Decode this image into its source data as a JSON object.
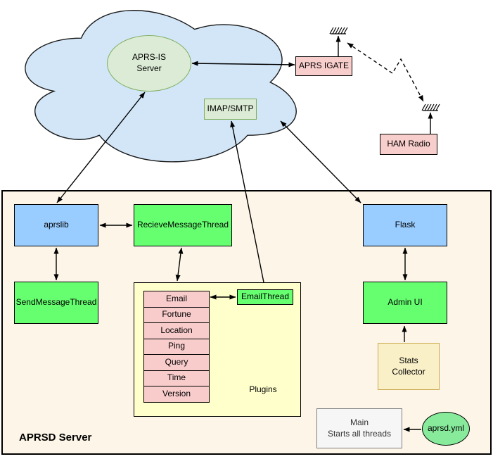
{
  "cloud_network": {
    "aprs_is_server": {
      "line1": "APRS-IS",
      "line2": "Server"
    },
    "imap_smtp": {
      "label": "IMAP/SMTP"
    }
  },
  "radio": {
    "aprs_igate": {
      "label": "APRS IGATE"
    },
    "ham_radio": {
      "label": "HAM Radio"
    }
  },
  "aprsd_server": {
    "label": "APRSD Server",
    "aprslib": {
      "label": "aprslib"
    },
    "recieve_message_thread": {
      "label": "RecieveMessageThread"
    },
    "send_message_thread": {
      "label": "SendMessageThread"
    },
    "flask": {
      "label": "Flask"
    },
    "admin_ui": {
      "label": "Admin UI"
    },
    "email_thread": {
      "label": "EmailThread"
    },
    "plugins": {
      "label": "Plugins",
      "items": [
        "Email",
        "Fortune",
        "Location",
        "Ping",
        "Query",
        "Time",
        "Version"
      ]
    },
    "stats_collector": {
      "line1": "Stats",
      "line2": "Collector"
    },
    "main": {
      "line1": "Main",
      "line2": "Starts all threads"
    },
    "aprsd_yml": {
      "label": "aprsd.yml"
    }
  },
  "icons": {
    "igate_antenna": "antenna-ground-icon",
    "ham_antenna": "antenna-ground-icon"
  },
  "edges": [
    {
      "from": "aprs-is-server",
      "to": "aprslib",
      "style": "double-arrow"
    },
    {
      "from": "aprs-is-server",
      "to": "aprs-igate",
      "style": "double-arrow"
    },
    {
      "from": "plugins",
      "to": "imap-smtp",
      "style": "arrow"
    },
    {
      "from": "cloud",
      "to": "flask",
      "style": "double-arrow"
    },
    {
      "from": "aprslib",
      "to": "recieve-message-thread",
      "style": "double-arrow"
    },
    {
      "from": "aprslib",
      "to": "send-message-thread",
      "style": "double-arrow"
    },
    {
      "from": "recieve-message-thread",
      "to": "plugins",
      "style": "double-arrow"
    },
    {
      "from": "email-plugin",
      "to": "email-thread",
      "style": "double-arrow"
    },
    {
      "from": "flask",
      "to": "admin-ui",
      "style": "double-arrow"
    },
    {
      "from": "stats-collector",
      "to": "admin-ui",
      "style": "arrow"
    },
    {
      "from": "aprsd-yml",
      "to": "main",
      "style": "arrow"
    },
    {
      "from": "aprs-igate",
      "to": "igate-antenna",
      "style": "arrow-up"
    },
    {
      "from": "ham-radio",
      "to": "ham-antenna",
      "style": "arrow-up"
    },
    {
      "from": "igate-antenna",
      "to": "ham-antenna",
      "style": "dashed-double-arrow"
    }
  ],
  "colors": {
    "cloud_fill": "#D2E6F8",
    "cloud_stroke": "#1A1A1A",
    "pale_green_fill": "#DCEBD5",
    "pale_green_stroke": "#7FAE5F",
    "pink_fill": "#F8CECC",
    "blue_fill": "#99CCFF",
    "bright_green_fill": "#66FF70",
    "yml_green_fill": "#87EB9B",
    "plugins_yellow_fill": "#FFFFCC",
    "plugin_pink_fill": "#F9CCCC",
    "stats_fill": "#FAF0C8",
    "stats_stroke": "#C9A74A",
    "gray_fill": "#F6F6F6",
    "gray_stroke": "#7F7F7F",
    "canvas_fill": "#FDF6E8",
    "border_black": "#000000",
    "connector": "#000000"
  }
}
